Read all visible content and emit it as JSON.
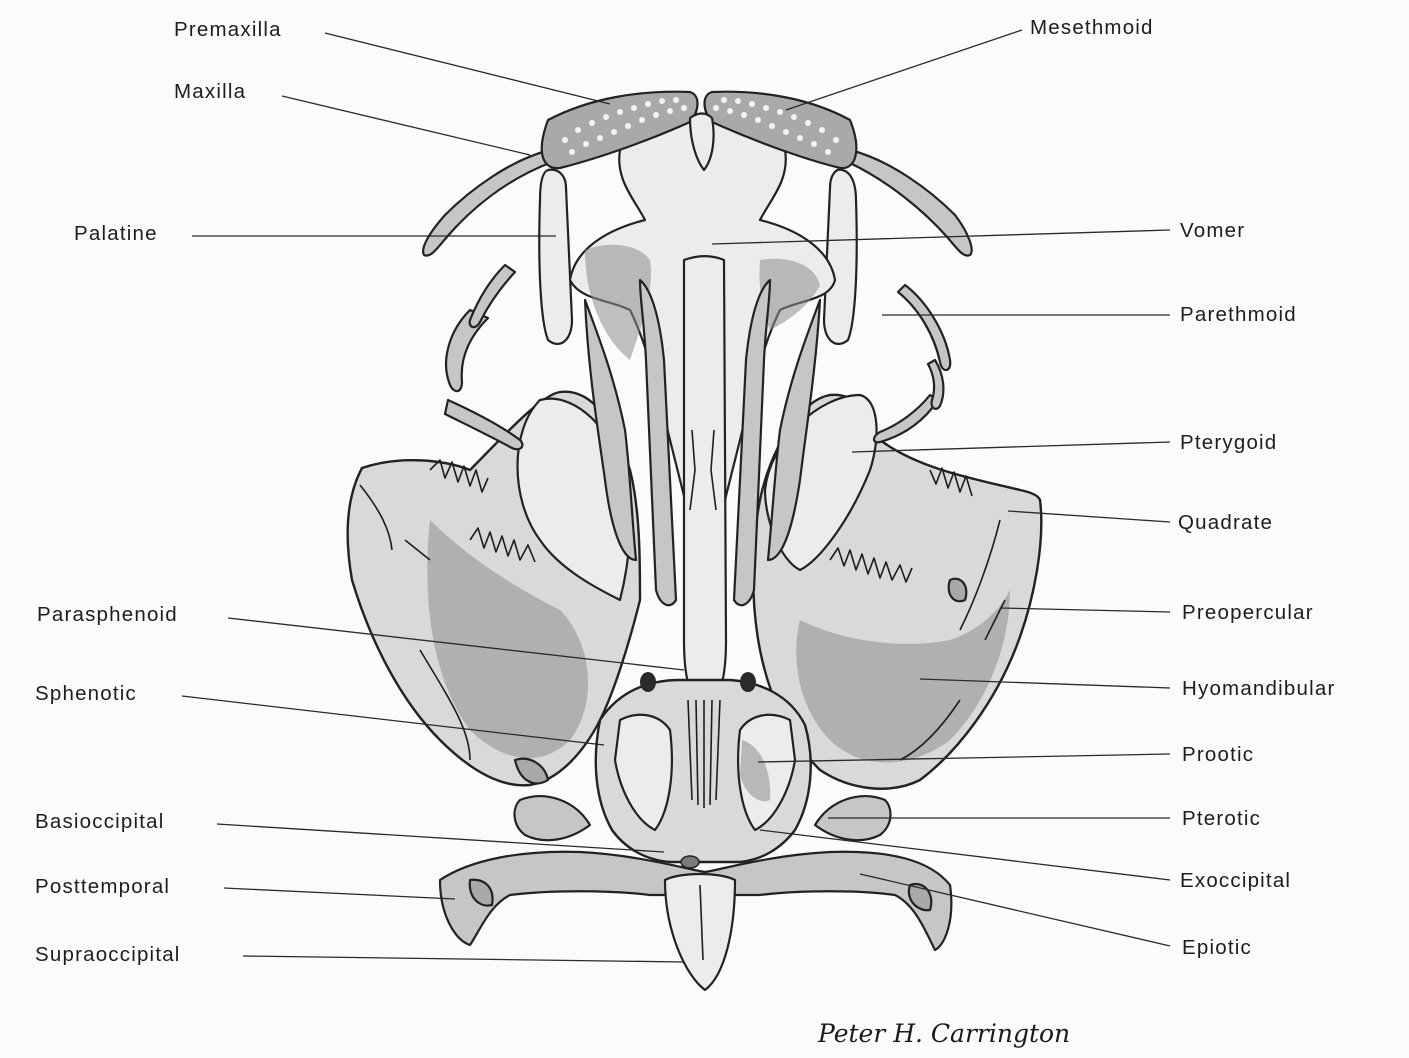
{
  "labels_left": [
    {
      "id": "premaxilla",
      "text": "Premaxilla"
    },
    {
      "id": "maxilla",
      "text": "Maxilla"
    },
    {
      "id": "palatine",
      "text": "Palatine"
    },
    {
      "id": "parasphenoid",
      "text": "Parasphenoid"
    },
    {
      "id": "sphenotic",
      "text": "Sphenotic"
    },
    {
      "id": "basioccipital",
      "text": "Basioccipital"
    },
    {
      "id": "posttemporal",
      "text": "Posttemporal"
    },
    {
      "id": "supraoccipital",
      "text": "Supraoccipital"
    }
  ],
  "labels_right": [
    {
      "id": "mesethmoid",
      "text": "Mesethmoid"
    },
    {
      "id": "vomer",
      "text": "Vomer"
    },
    {
      "id": "parethmoid",
      "text": "Parethmoid"
    },
    {
      "id": "pterygoid",
      "text": "Pterygoid"
    },
    {
      "id": "quadrate",
      "text": "Quadrate"
    },
    {
      "id": "preopercular",
      "text": "Preopercular"
    },
    {
      "id": "hyomandibular",
      "text": "Hyomandibular"
    },
    {
      "id": "prootic",
      "text": "Prootic"
    },
    {
      "id": "pterotic",
      "text": "Pterotic"
    },
    {
      "id": "exoccipital",
      "text": "Exoccipital"
    },
    {
      "id": "epiotic",
      "text": "Epiotic"
    }
  ],
  "signature": "Peter H. Carrington"
}
